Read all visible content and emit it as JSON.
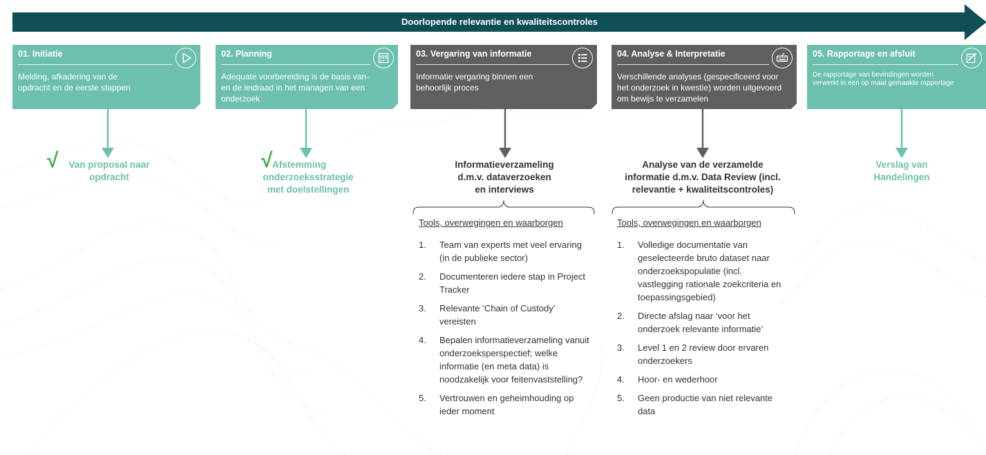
{
  "banner": {
    "title": "Doorlopende relevantie en kwaliteitscontroles"
  },
  "colors": {
    "teal": "#6cc0ad",
    "dark": "#5f5f62",
    "banner": "#0f4e55",
    "check": "#3fae49"
  },
  "phases": [
    {
      "title": "01. Initiatie",
      "desc": "Melding, afkadering van de opdracht en de eerste stappen",
      "icon": "play-icon"
    },
    {
      "title": "02. Planning",
      "desc": "Adequate voorbereiding is de basis van- en de leidraad in het managen van een onderzoek",
      "icon": "calendar-icon"
    },
    {
      "title": "03. Vergaring van informatie",
      "desc": "Informatie vergaring binnen een behoorlijk proces",
      "icon": "list-icon"
    },
    {
      "title": "04. Analyse & Interpretatie",
      "desc": "Verschillende analyses (gespecificeerd voor het onderzoek in kwestie) worden uitgevoerd om bewijs te verzamelen",
      "icon": "keyboard-icon"
    },
    {
      "title": "05. Rapportage en afsluit",
      "desc": "De rapportage van bevindingen worden verwerkt in een op maat gemaakte rapportage",
      "icon": "report-icon"
    }
  ],
  "outcomes": {
    "o1": {
      "check": "√",
      "line1": "Van proposal naar",
      "line2": "opdracht"
    },
    "o2": {
      "check": "√",
      "line1": "Afstemming",
      "line2": "onderzoeksstrategie",
      "line3": "met doelstellingen"
    },
    "o3": {
      "line1": "Informatieverzameling",
      "line2": "d.m.v. dataverzoeken",
      "line3": "en interviews"
    },
    "o4": {
      "line1": "Analyse van de verzamelde",
      "line2": "informatie d.m.v. Data Review (incl.",
      "line3": "relevantie + kwaliteitscontroles)"
    },
    "o5": {
      "line1": "Verslag van",
      "line2": "Handelingen"
    }
  },
  "tools3": {
    "title": "Tools, overwegingen en waarborgen",
    "items": [
      {
        "n": "1.",
        "text": "Team van experts met veel ervaring (in de publieke sector)"
      },
      {
        "n": "2.",
        "text": "Documenteren iedere stap in Project Tracker"
      },
      {
        "n": "3.",
        "text": "Relevante ‘Chain of Custody’ vereisten"
      },
      {
        "n": "4.",
        "text": "Bepalen informatieverzameling vanuit onderzoeksperspectief; welke informatie (en meta data) is noodzakelijk voor feitenvaststelling?"
      },
      {
        "n": "5.",
        "text": "Vertrouwen en geheimhouding op ieder moment"
      }
    ]
  },
  "tools4": {
    "title": "Tools, overwegingen en waarborgen",
    "items": [
      {
        "n": "1.",
        "text": "Volledige documentatie van geselecteerde bruto dataset naar onderzoekspopulatie (incl. vastlegging rationale zoekcriteria en toepassingsgebied)"
      },
      {
        "n": "2.",
        "text": "Directe afslag naar ‘voor het onderzoek relevante informatie’"
      },
      {
        "n": "3.",
        "text": "Level 1 en 2 review door ervaren onderzoekers"
      },
      {
        "n": "4.",
        "text": "Hoor- en wederhoor"
      },
      {
        "n": "5.",
        "text": "Geen productie van niet relevante data"
      }
    ]
  }
}
